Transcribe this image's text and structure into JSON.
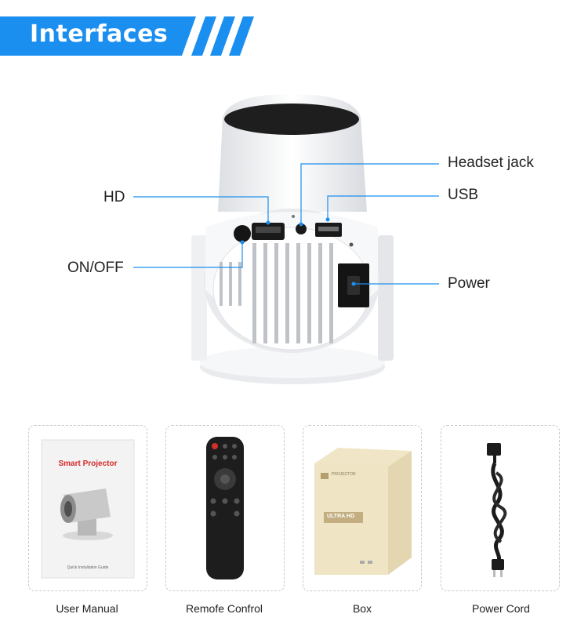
{
  "header": {
    "title": "Interfaces",
    "accent_color": "#1a8ff0"
  },
  "callouts": {
    "headset": "Headset jack",
    "usb": "USB",
    "hd": "HD",
    "onoff": "ON/OFF",
    "power": "Power"
  },
  "manual": {
    "title": "Smart Projector",
    "footer": "Quick Installation Guide"
  },
  "box": {
    "brand": "PROJECTOR",
    "badge": "ULTRA HD"
  },
  "accessories": [
    {
      "label": "User Manual"
    },
    {
      "label": "Remofe Confrol"
    },
    {
      "label": "Box"
    },
    {
      "label": "Power Cord"
    }
  ]
}
